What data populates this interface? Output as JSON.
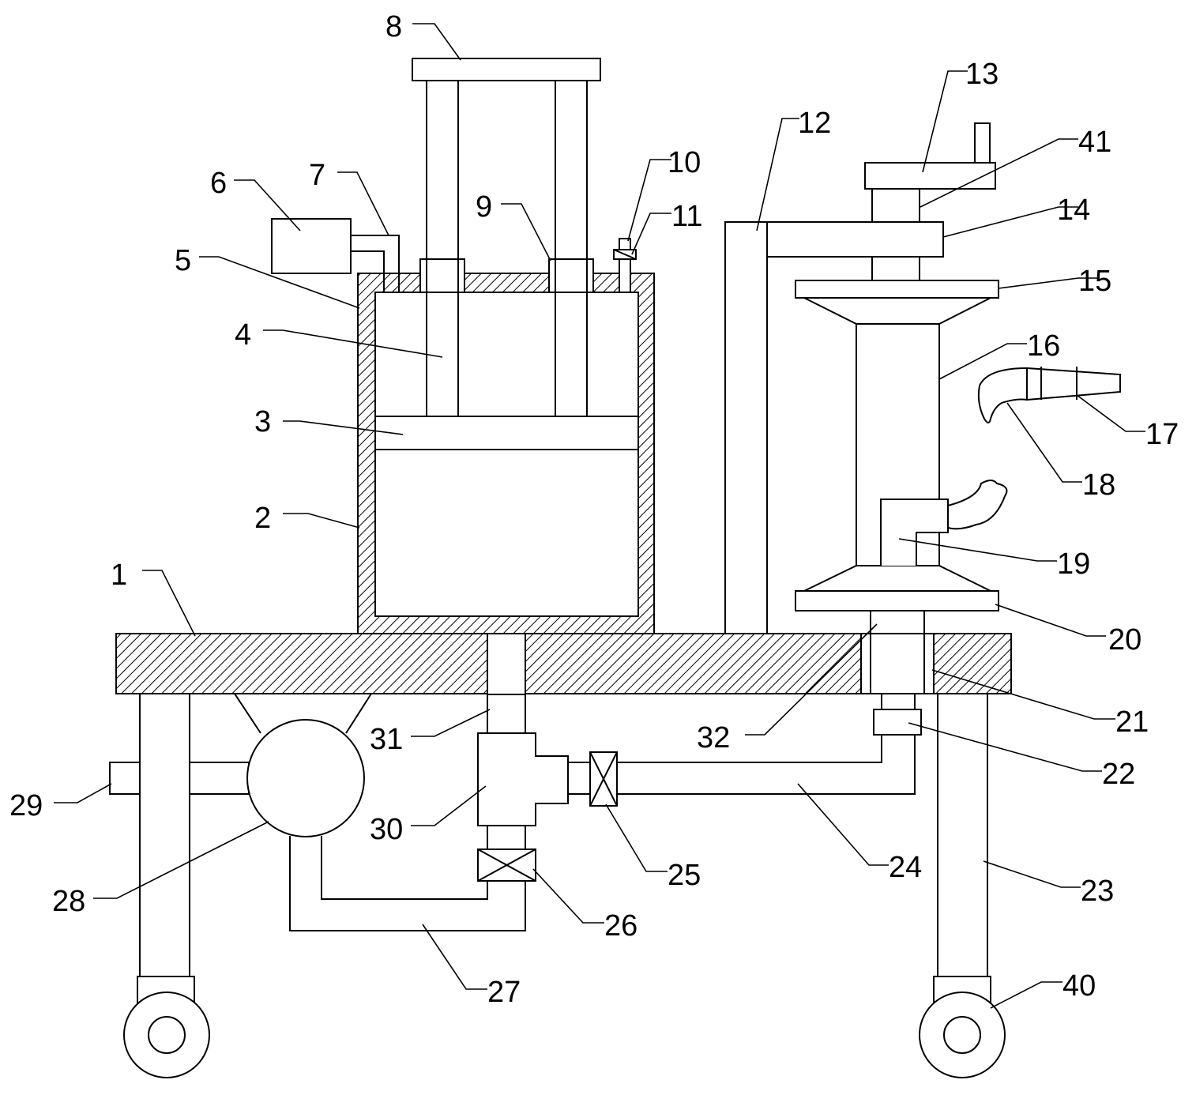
{
  "labels": [
    {
      "id": "1",
      "text": "1"
    },
    {
      "id": "2",
      "text": "2"
    },
    {
      "id": "3",
      "text": "3"
    },
    {
      "id": "4",
      "text": "4"
    },
    {
      "id": "5",
      "text": "5"
    },
    {
      "id": "6",
      "text": "6"
    },
    {
      "id": "7",
      "text": "7"
    },
    {
      "id": "8",
      "text": "8"
    },
    {
      "id": "9",
      "text": "9"
    },
    {
      "id": "10",
      "text": "10"
    },
    {
      "id": "11",
      "text": "11"
    },
    {
      "id": "12",
      "text": "12"
    },
    {
      "id": "13",
      "text": "13"
    },
    {
      "id": "14",
      "text": "14"
    },
    {
      "id": "15",
      "text": "15"
    },
    {
      "id": "16",
      "text": "16"
    },
    {
      "id": "17",
      "text": "17"
    },
    {
      "id": "18",
      "text": "18"
    },
    {
      "id": "19",
      "text": "19"
    },
    {
      "id": "20",
      "text": "20"
    },
    {
      "id": "21",
      "text": "21"
    },
    {
      "id": "22",
      "text": "22"
    },
    {
      "id": "23",
      "text": "23"
    },
    {
      "id": "24",
      "text": "24"
    },
    {
      "id": "25",
      "text": "25"
    },
    {
      "id": "26",
      "text": "26"
    },
    {
      "id": "27",
      "text": "27"
    },
    {
      "id": "28",
      "text": "28"
    },
    {
      "id": "29",
      "text": "29"
    },
    {
      "id": "30",
      "text": "30"
    },
    {
      "id": "31",
      "text": "31"
    },
    {
      "id": "32",
      "text": "32"
    },
    {
      "id": "40",
      "text": "40"
    },
    {
      "id": "41",
      "text": "41"
    }
  ]
}
